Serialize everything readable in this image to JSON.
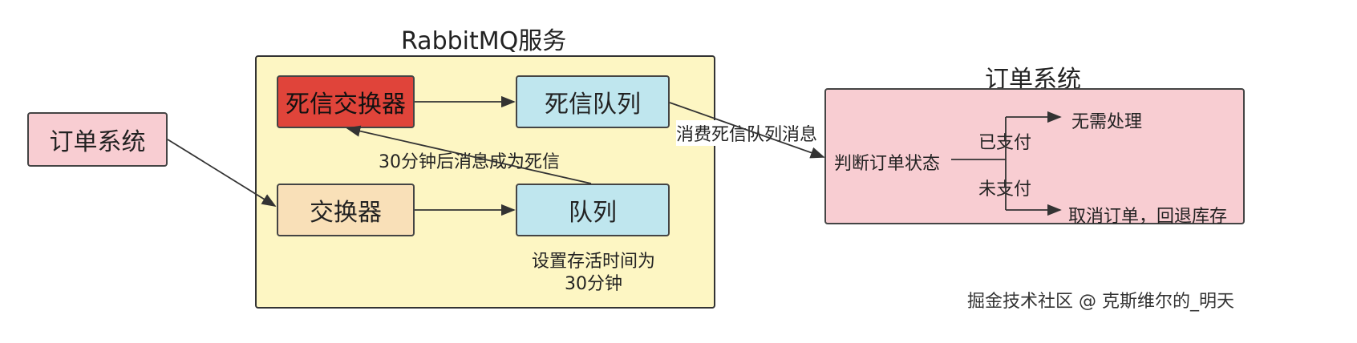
{
  "rabbitmq": {
    "title": "RabbitMQ服务",
    "dead_exchange": "死信交换器",
    "dead_queue": "死信队列",
    "exchange": "交换器",
    "queue": "队列",
    "ttl_note_line1": "设置存活时间为",
    "ttl_note_line2": "30分钟",
    "dead_letter_label": "30分钟后消息成为死信"
  },
  "left_system": {
    "label": "订单系统"
  },
  "right_system": {
    "title": "订单系统",
    "judge": "判断订单状态",
    "paid": "已支付",
    "no_action": "无需处理",
    "unpaid": "未支付",
    "cancel": "取消订单，回退库存"
  },
  "edges": {
    "consume_label": "消费死信队列消息"
  },
  "watermark": "掘金技术社区 @ 克斯维尔的_明天",
  "colors": {
    "group_bg": "#fdf6c3",
    "dead_exchange_bg": "#e0443a",
    "queue_bg": "#bfe6ee",
    "exchange_bg": "#f9e0b8",
    "order_bg": "#f8cdd2"
  }
}
